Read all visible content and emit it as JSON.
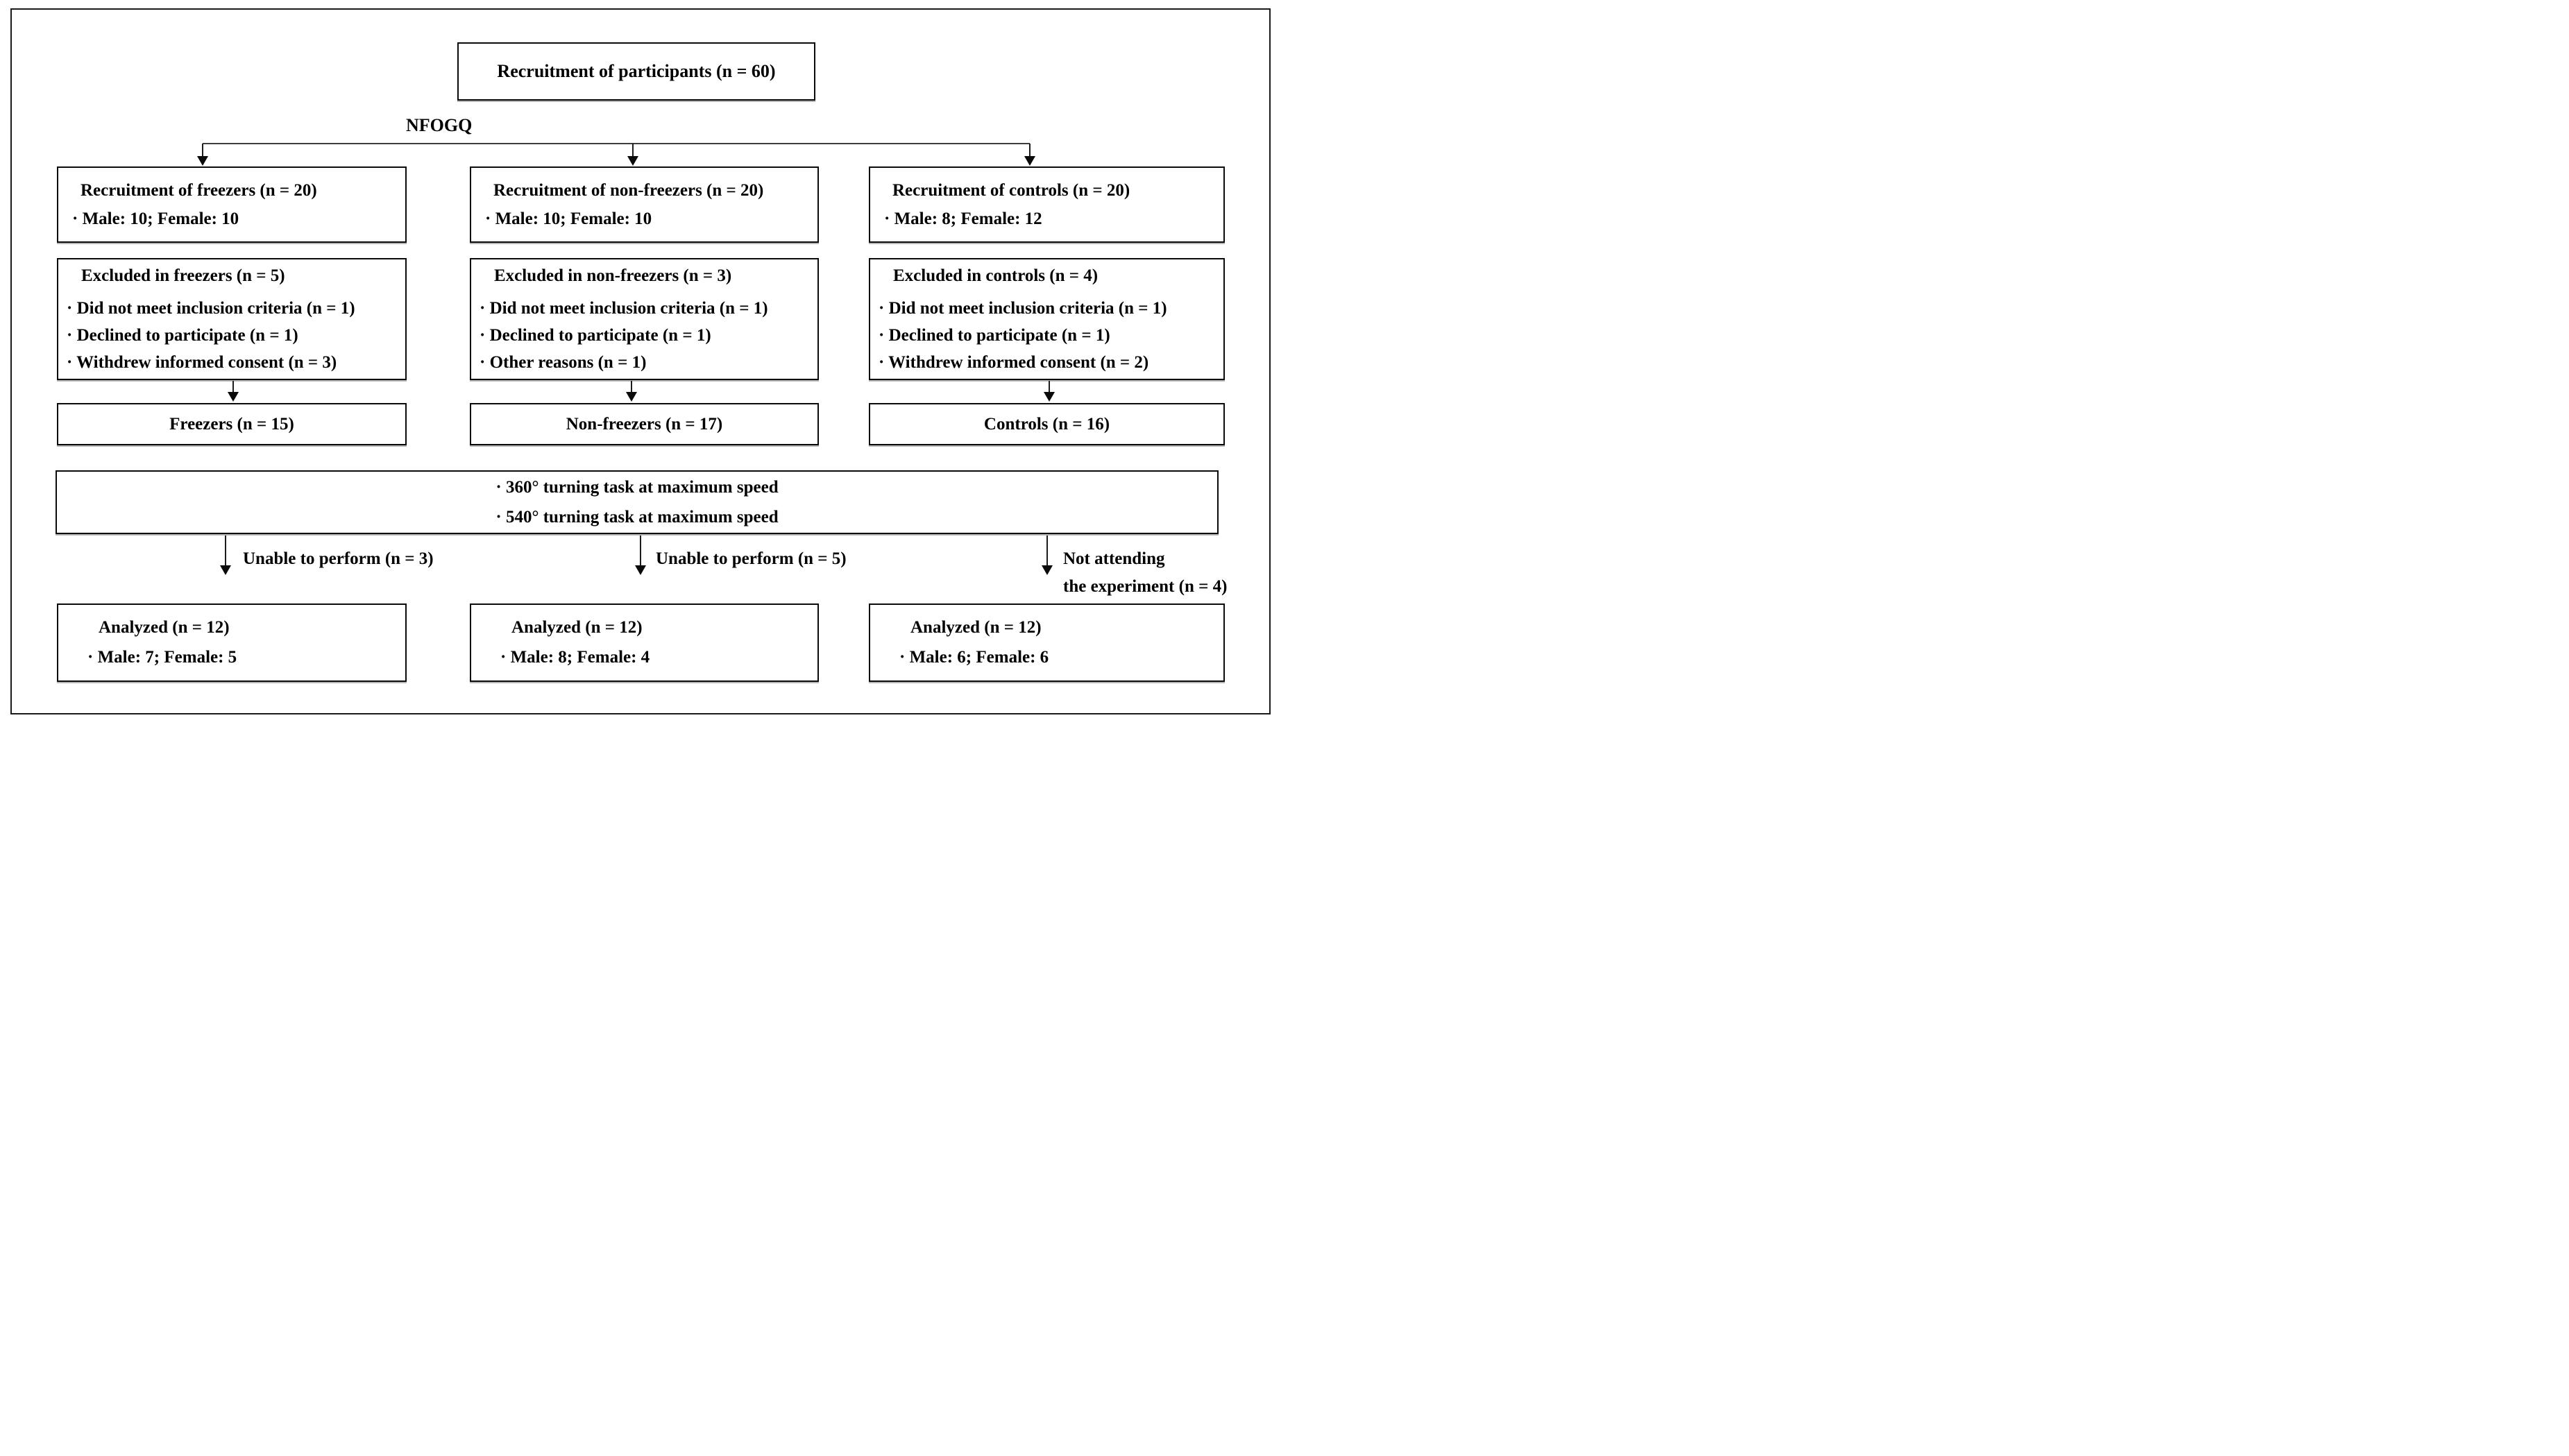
{
  "diagram": {
    "top_box": "Recruitment of participants (n = 60)",
    "nfogq_label": "NFOGQ",
    "task_box": {
      "line1": "· 360° turning task at maximum speed",
      "line2": "· 540° turning task at maximum speed"
    },
    "columns": [
      {
        "id": "freezers",
        "recruitment_title": "Recruitment of freezers (n = 20)",
        "recruitment_bullet": "· Male: 10; Female: 10",
        "excluded_title": "Excluded in freezers (n = 5)",
        "excluded_bullets": [
          "· Did not meet inclusion criteria (n = 1)",
          "· Declined to participate (n = 1)",
          "· Withdrew informed consent (n = 3)"
        ],
        "group_label": "Freezers (n = 15)",
        "dropout_lines": [
          "Unable to perform (n = 3)"
        ],
        "analyzed_title": "Analyzed (n = 12)",
        "analyzed_bullet": "· Male: 7; Female: 5"
      },
      {
        "id": "non-freezers",
        "recruitment_title": "Recruitment of non-freezers (n = 20)",
        "recruitment_bullet": "· Male: 10; Female: 10",
        "excluded_title": "Excluded in non-freezers (n = 3)",
        "excluded_bullets": [
          "· Did not meet inclusion criteria (n = 1)",
          "· Declined to participate (n = 1)",
          "· Other reasons (n = 1)"
        ],
        "group_label": "Non-freezers (n = 17)",
        "dropout_lines": [
          "Unable to perform (n = 5)"
        ],
        "analyzed_title": "Analyzed (n = 12)",
        "analyzed_bullet": "· Male: 8; Female: 4"
      },
      {
        "id": "controls",
        "recruitment_title": "Recruitment of controls (n = 20)",
        "recruitment_bullet": "· Male: 8; Female: 12",
        "excluded_title": "Excluded in controls (n = 4)",
        "excluded_bullets": [
          "· Did not meet inclusion criteria (n = 1)",
          "· Declined to participate (n = 1)",
          "· Withdrew informed consent (n = 2)"
        ],
        "group_label": "Controls (n = 16)",
        "dropout_lines": [
          "Not attending",
          "the experiment (n = 4)"
        ],
        "analyzed_title": "Analyzed (n = 12)",
        "analyzed_bullet": "· Male: 6; Female: 6"
      }
    ],
    "colors": {
      "border": "#000000",
      "text": "#000000",
      "background": "#ffffff",
      "connector": "#3d3d3d"
    }
  }
}
